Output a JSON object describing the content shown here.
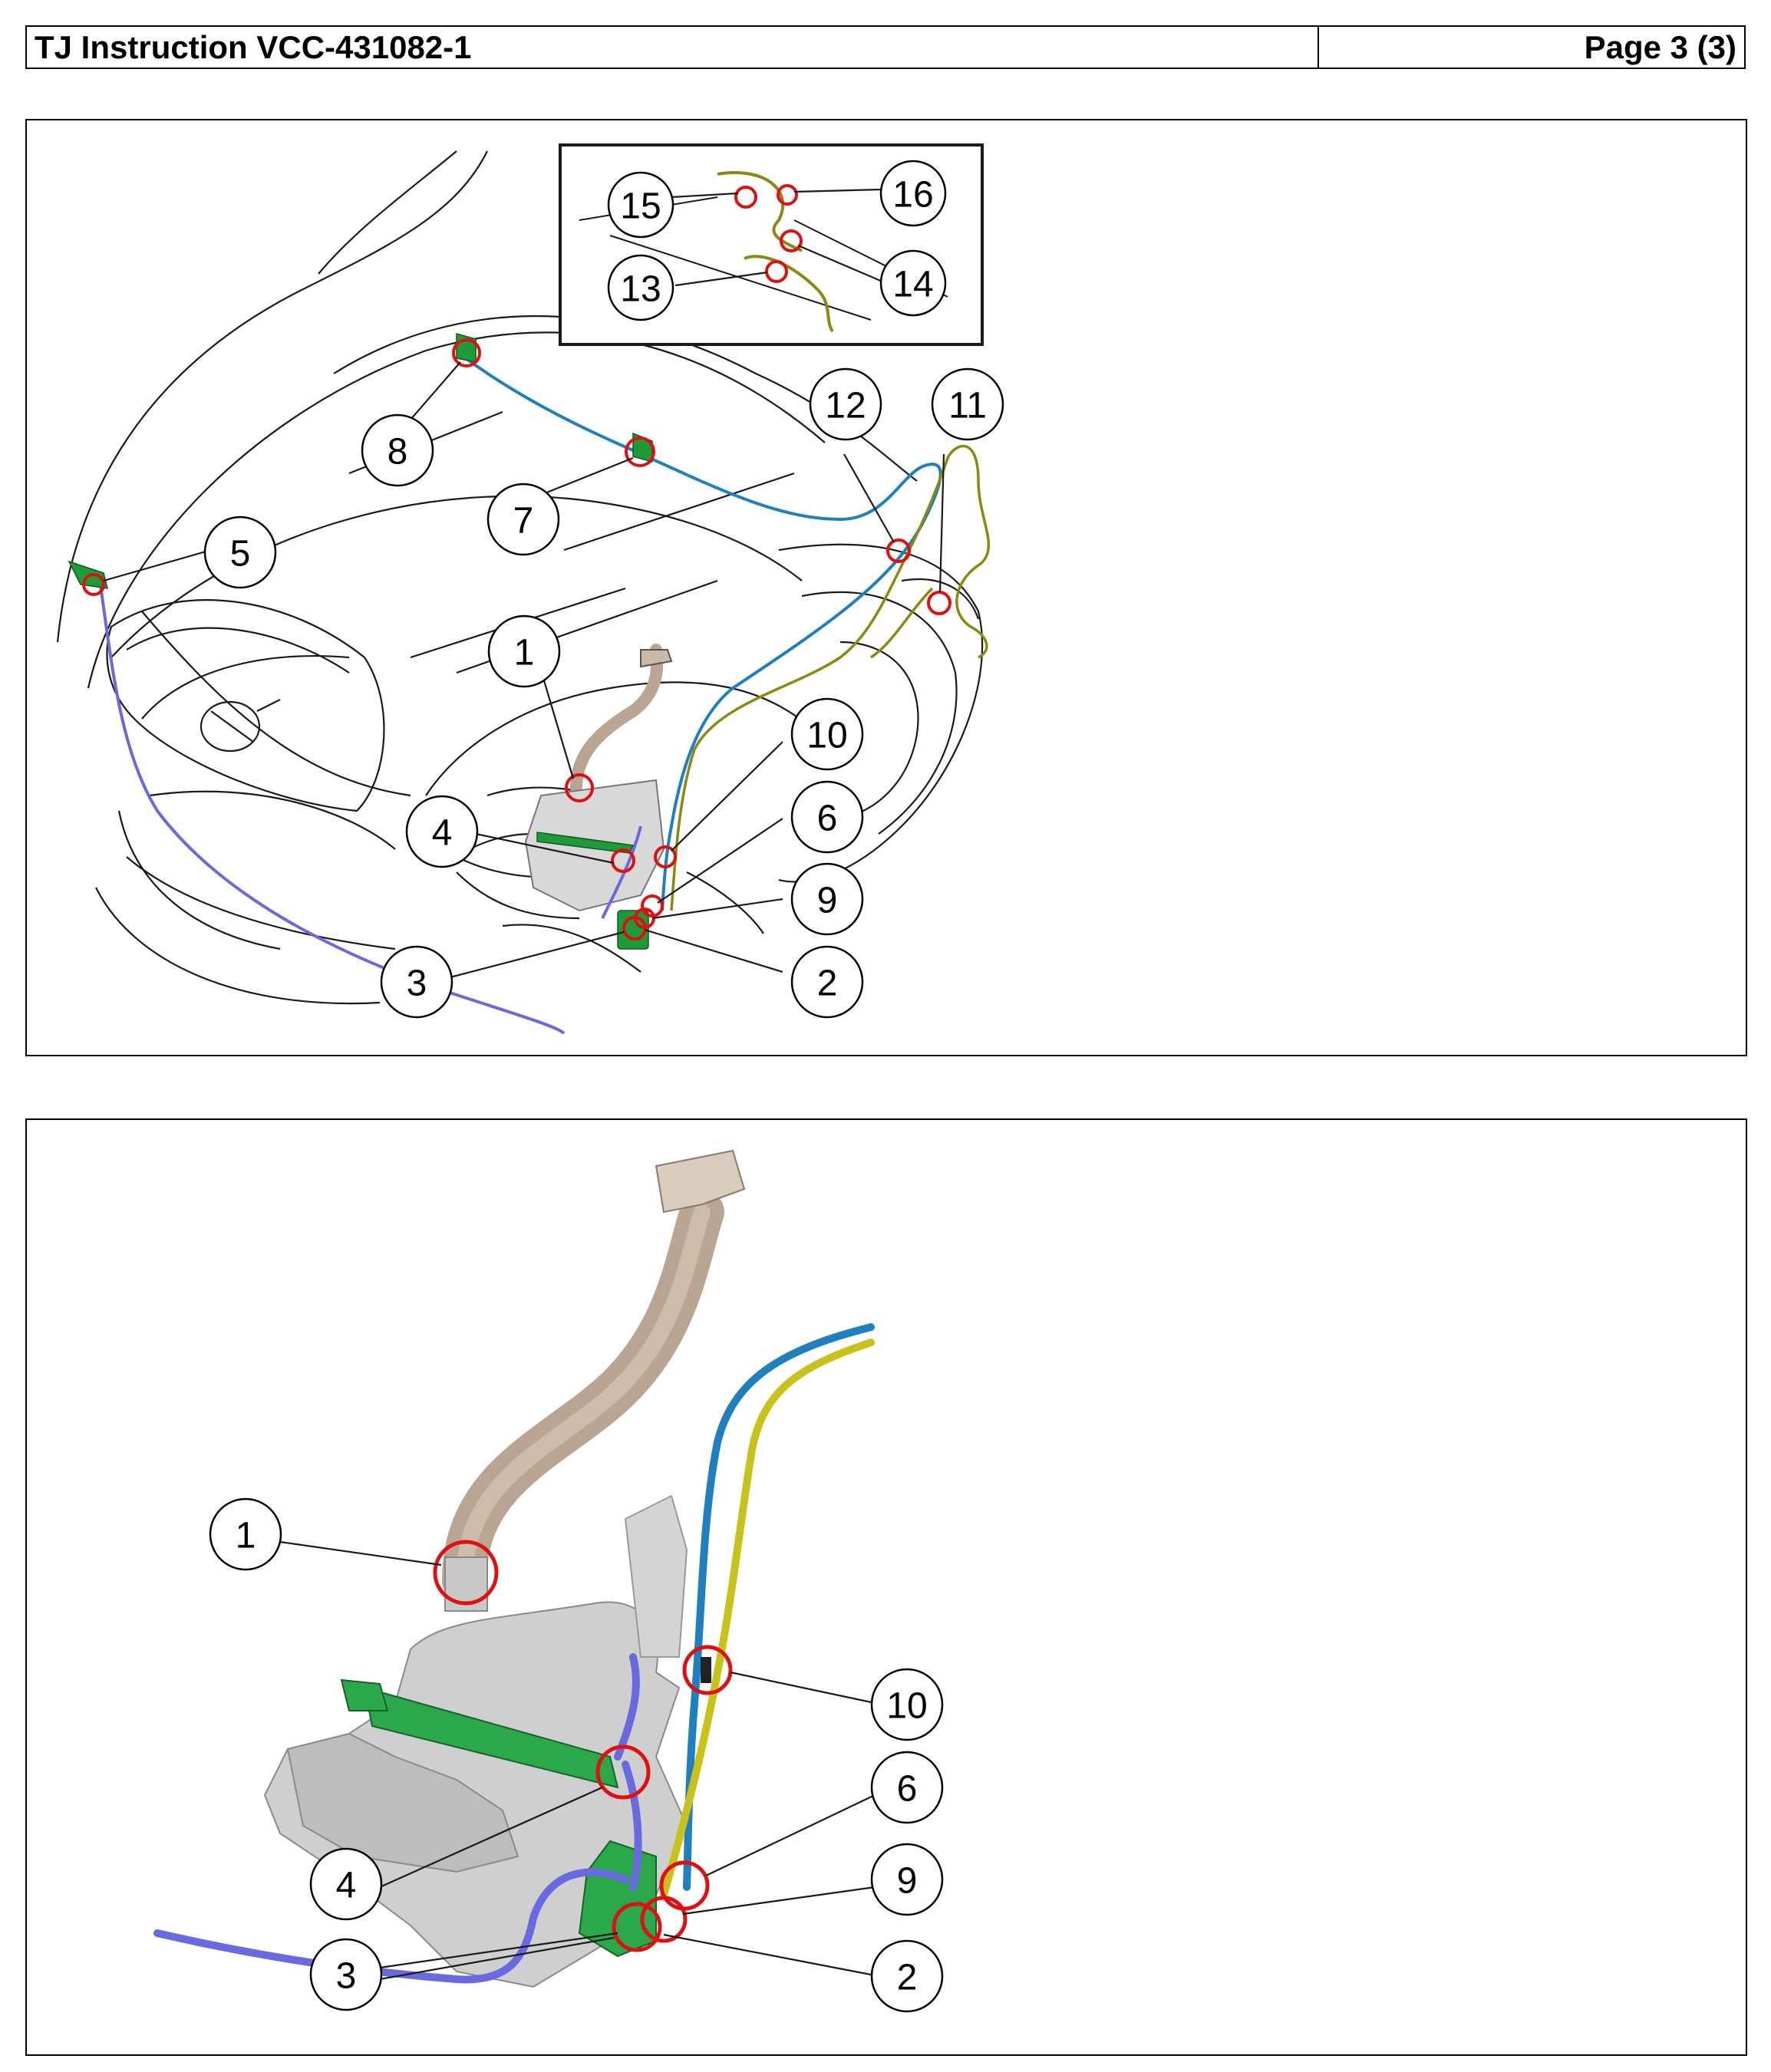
{
  "header": {
    "title": "TJ Instruction VCC-431082-1",
    "page": "Page 3 (3)"
  },
  "figure1": {
    "callouts": [
      "1",
      "2",
      "3",
      "4",
      "5",
      "6",
      "7",
      "8",
      "9",
      "10",
      "11",
      "12",
      "13",
      "14",
      "15",
      "16"
    ]
  },
  "figure2": {
    "callouts": [
      "1",
      "10",
      "6",
      "4",
      "9",
      "3",
      "2"
    ]
  },
  "colors": {
    "hose_blue": "#1f7fbf",
    "hose_purple": "#6a6ae0",
    "hose_yellow": "#c9c21a",
    "hose_olive": "#8a8a10",
    "marker_red": "#e01010",
    "part_green": "#1f9a3a",
    "tank_gray": "#cfcfcf",
    "filler_tan": "#b9a592"
  }
}
